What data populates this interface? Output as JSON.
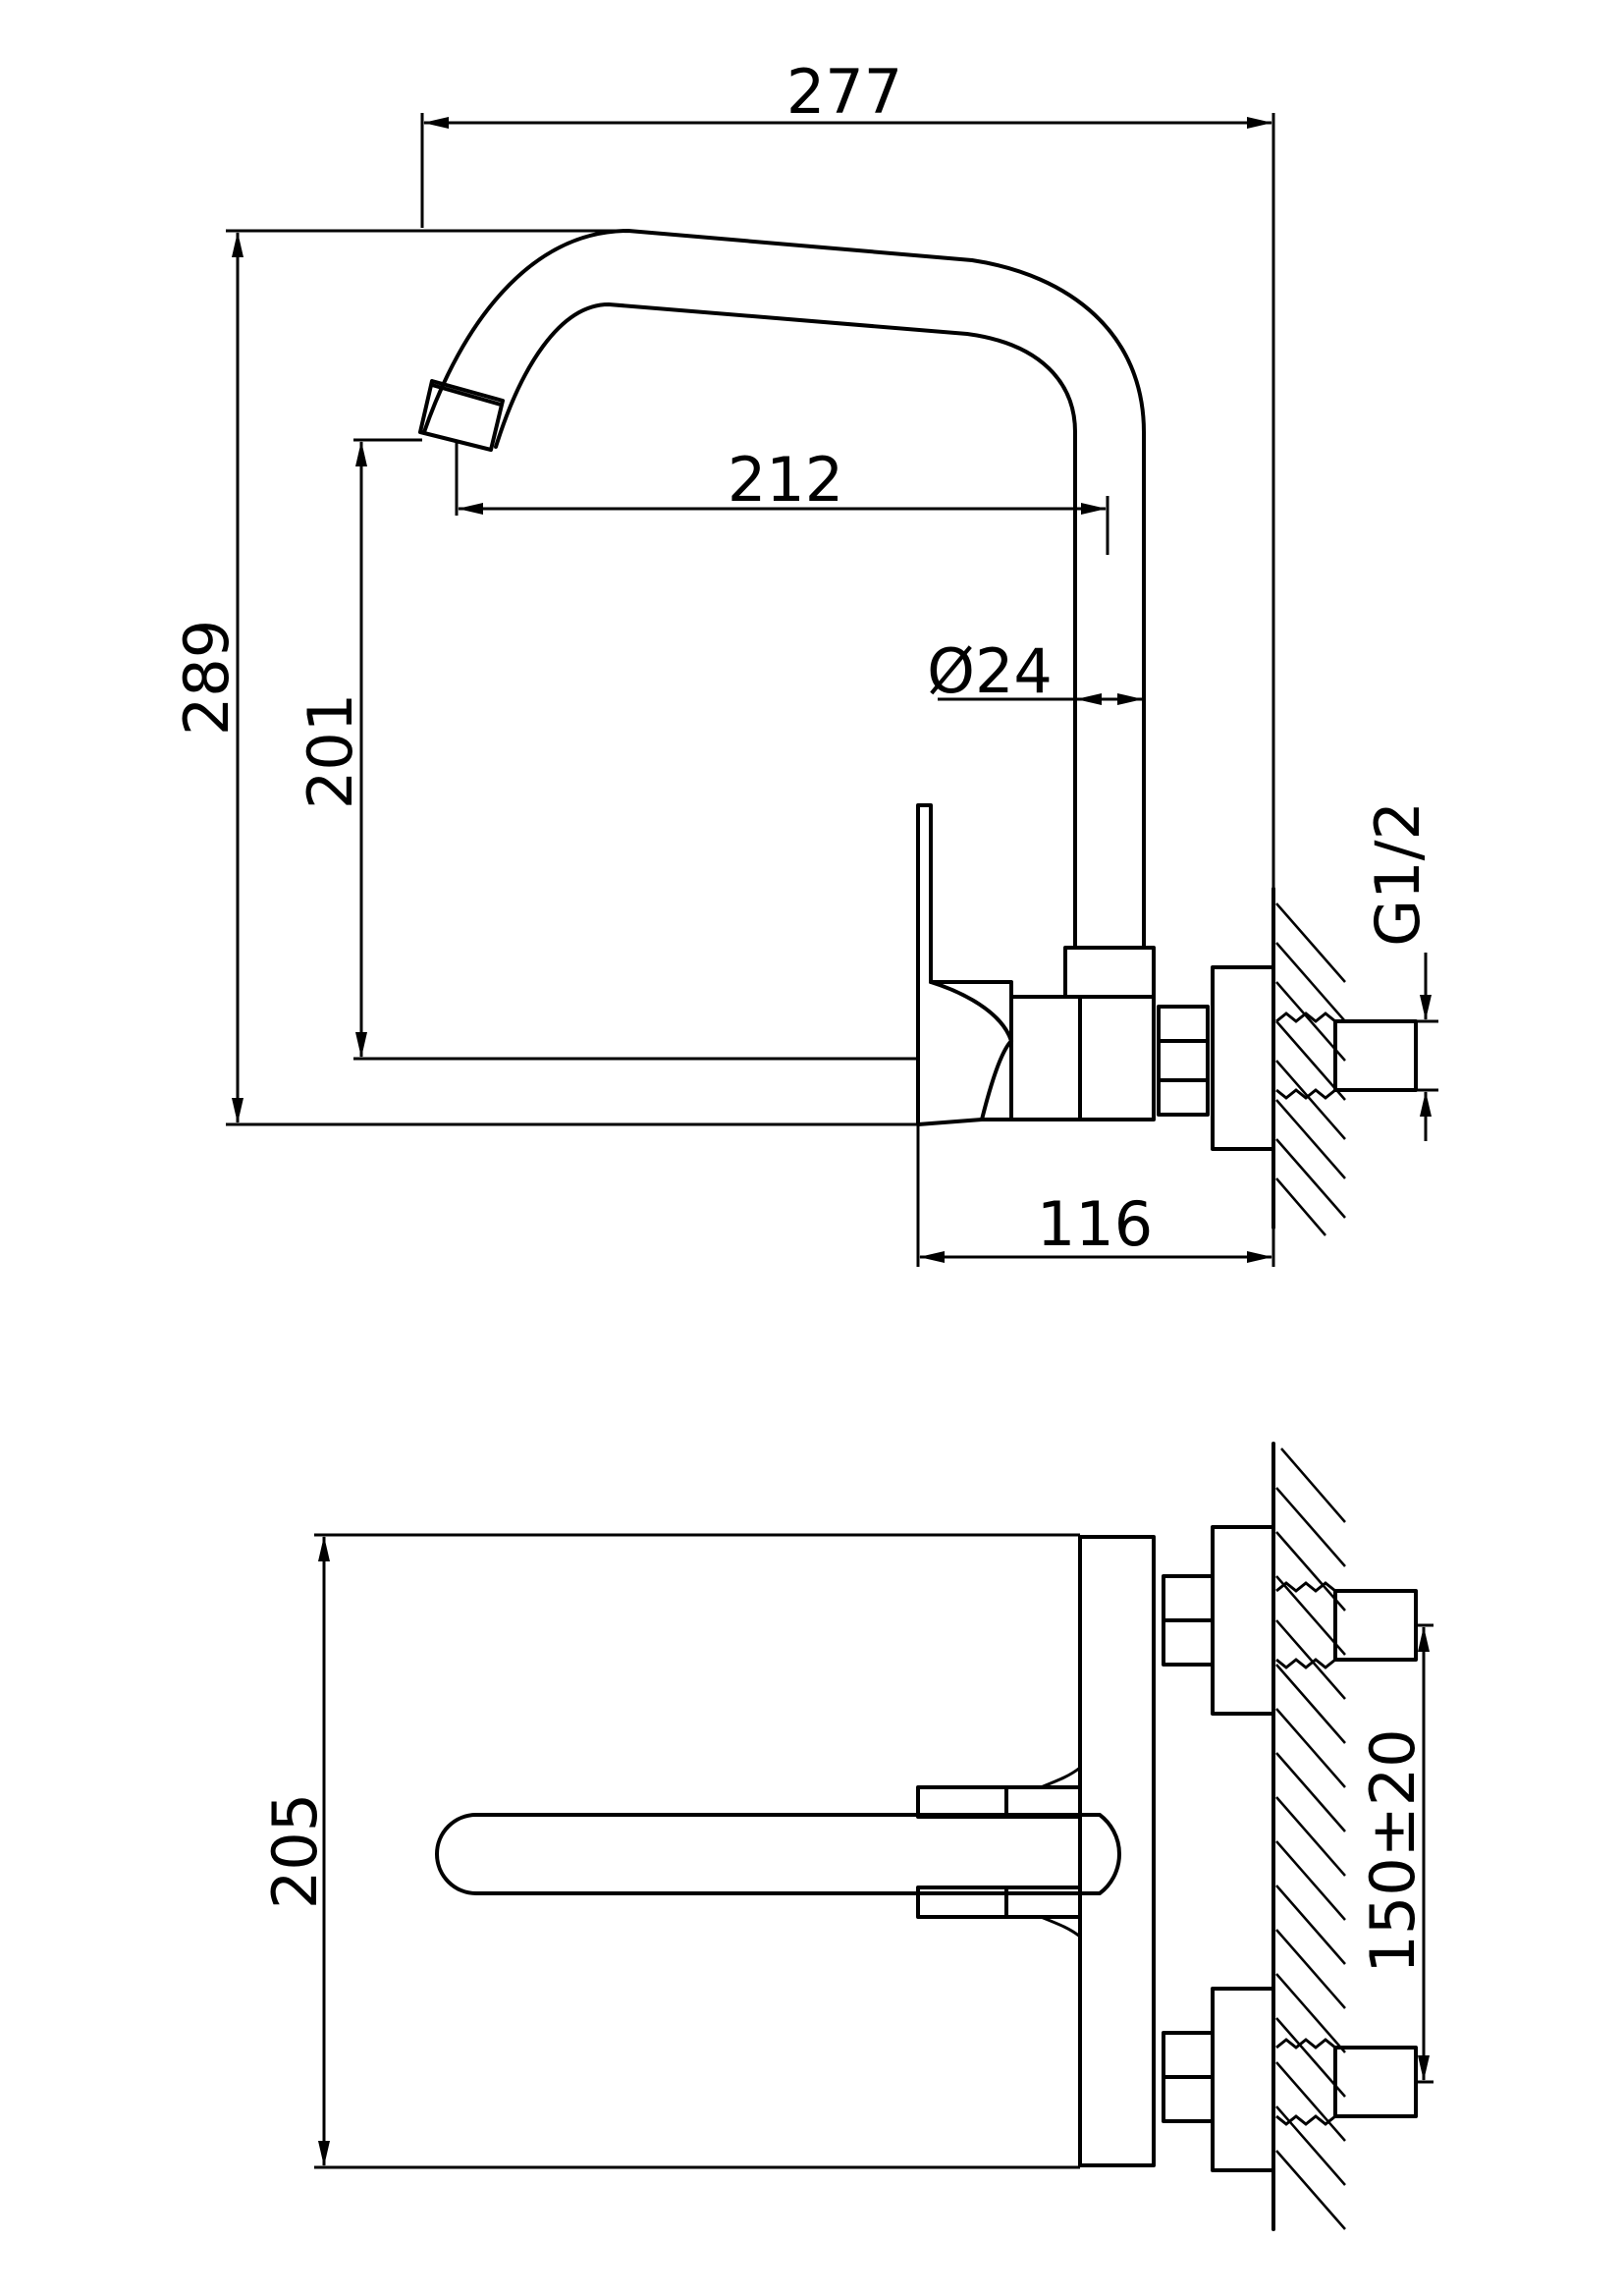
{
  "side_view": {
    "overall_width": "277",
    "overall_height": "289",
    "spout_reach": "212",
    "spout_height": "201",
    "pipe_diameter": "Ø24",
    "thread": "G1/2",
    "body_depth": "116"
  },
  "top_view": {
    "width": "205",
    "inlet_spacing": "150±20"
  }
}
